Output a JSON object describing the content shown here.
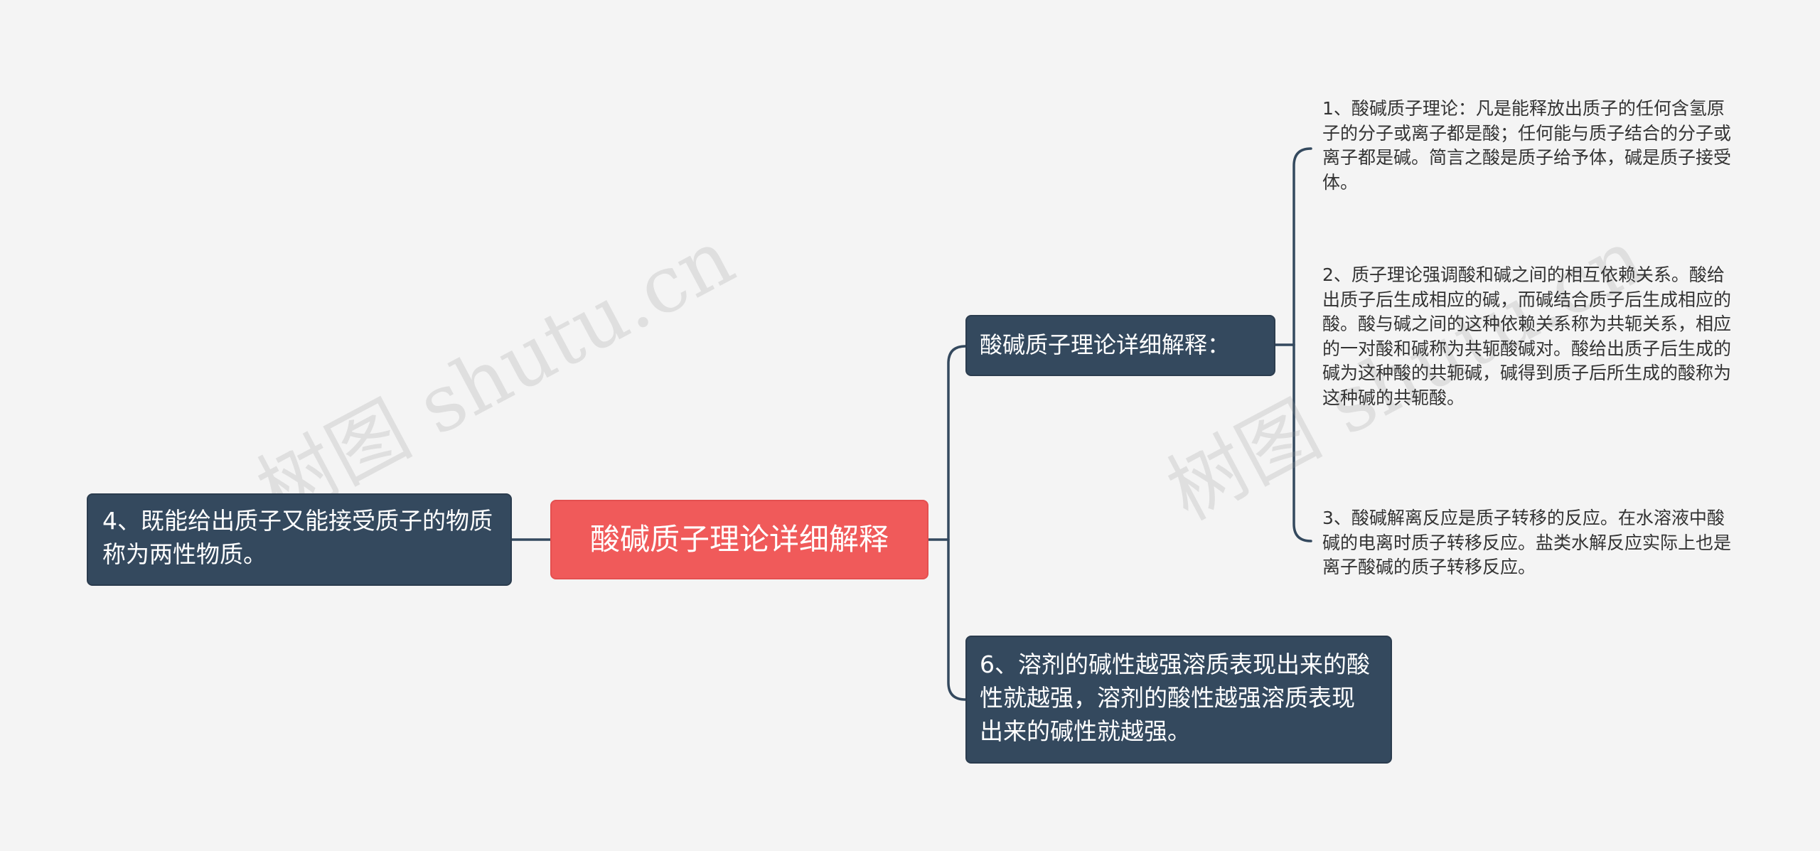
{
  "colors": {
    "root_fill": "#f05a5a",
    "node_fill": "#34495e",
    "line": "#34495e",
    "background": "#f4f4f4",
    "leaf_text": "#333333"
  },
  "root": {
    "label": "酸碱质子理论详细解释"
  },
  "left_node": {
    "label": "4、既能给出质子又能接受质子的物质称为两性物质。"
  },
  "right_nodes": {
    "explain": {
      "label": "酸碱质子理论详细解释：",
      "children": [
        "1、酸碱质子理论：凡是能释放出质子的任何含氢原子的分子或离子都是酸；任何能与质子结合的分子或离子都是碱。简言之酸是质子给予体，碱是质子接受体。",
        "2、质子理论强调酸和碱之间的相互依赖关系。酸给出质子后生成相应的碱，而碱结合质子后生成相应的酸。酸与碱之间的这种依赖关系称为共轭关系，相应的一对酸和碱称为共轭酸碱对。酸给出质子后生成的碱为这种酸的共轭碱，碱得到质子后所生成的酸称为这种碱的共轭酸。",
        "3、酸碱解离反应是质子转移的反应。在水溶液中酸碱的电离时质子转移反应。盐类水解反应实际上也是离子酸碱的质子转移反应。"
      ]
    },
    "solvent": {
      "label": "6、溶剂的碱性越强溶质表现出来的酸性就越强，溶剂的酸性越强溶质表现出来的碱性就越强。"
    }
  },
  "watermarks": [
    "树图 shutu.cn",
    "树图 shutu.cn"
  ]
}
